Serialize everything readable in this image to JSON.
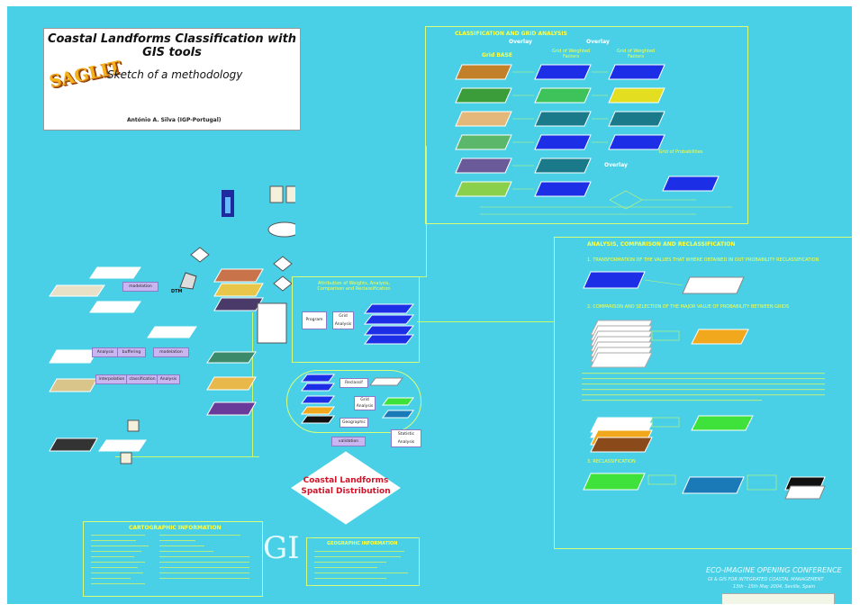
{
  "title": {
    "main_line1": "Coastal Landforms Classification with",
    "main_line2": "GIS tools",
    "subtitle": "Sketch of a methodology",
    "logo": "SAGLIT",
    "author": "António A. Silva (IGP-Portugal)"
  },
  "classification": {
    "title": "CLASSIFICATION AND GRID ANALYSIS",
    "overlay1": "Overlay",
    "overlay2": "Overlay",
    "overlay3": "Overlay",
    "grid_base": "Grid BASE",
    "grid_weighted_factors_1": "Grid of Weighted Factors",
    "grid_weighted_factors_2": "Grid of Weighted Factors",
    "grid_probabilities": "Grid of Probabilities"
  },
  "analysis": {
    "title": "ANALYSIS, COMPARISON AND RECLASSIFICATION",
    "step1": "1. TRANSFORMATION OF THE VALUES THAT WHERE OBTAINED IN OUT PROBABILITY RECLASSIFICATION",
    "step2": "2. COMPARISON AND SELECTION OF THE MAJOR VALUE OF PROBABILITY BETWEEN GRIDS",
    "step3": "3. RECLASSIFICATION"
  },
  "middle": {
    "attribution": "Attribution of Weights, Analysis, Comparison and Reclassification",
    "program": "Program",
    "grid_analysis": "Grid Analysis",
    "reclassif": "Reclassif",
    "geographic": "Geographic",
    "validation": "validation",
    "statistic": "Statistic Analysis",
    "modelation": "modelation",
    "analysis": "Analysis",
    "buffering": "buffering",
    "interpolation": "interpolation",
    "classification": "classification",
    "dtm": "DTM"
  },
  "main_result": {
    "line1": "Coastal Landforms",
    "line2": "Spatial Distribution"
  },
  "cartographic": {
    "title": "CARTOGRAPHIC INFORMATION"
  },
  "gi": {
    "label": "GI",
    "title": "GEOGRAPHIC INFORMATION"
  },
  "footer": {
    "conference": "ECO-IMAGINE OPENING CONFERENCE",
    "line2": "GI & GIS FOR INTEGRATED COASTAL MANAGEMENT",
    "line3": "13th - 15th May 2004, Seville, Spain"
  },
  "colors": {
    "background": "#4ad0e6",
    "panel_border": "#d8ff7a",
    "connector": "#c7fb6c",
    "label_box": "#c9b6f0",
    "result_text": "#d0142a",
    "panel_title": "#ffff40"
  }
}
